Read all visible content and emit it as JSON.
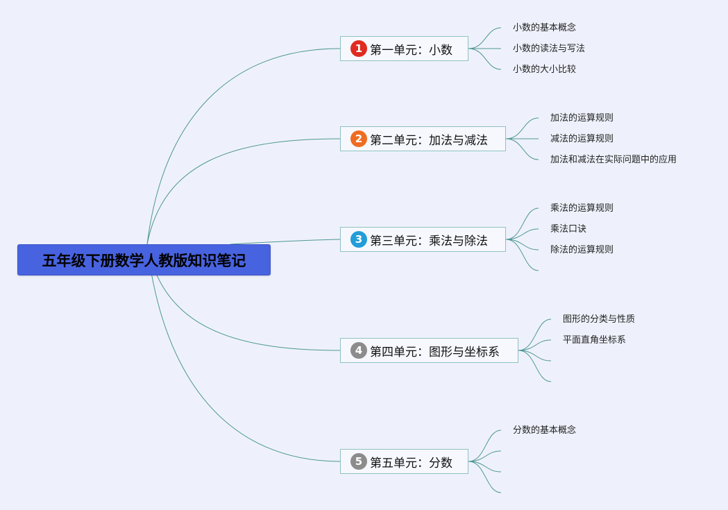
{
  "root": {
    "title": "五年级下册数学人教版知识笔记"
  },
  "units": [
    {
      "number": "1",
      "badge_color": "#e02b20",
      "label": "第一单元：小数",
      "topics": [
        "小数的基本概念",
        "小数的读法与写法",
        "小数的大小比较"
      ],
      "empty_branches": 0
    },
    {
      "number": "2",
      "badge_color": "#ee6c22",
      "label": "第二单元：加法与减法",
      "topics": [
        "加法的运算规则",
        "减法的运算规则",
        "加法和减法在实际问题中的应用"
      ],
      "empty_branches": 0
    },
    {
      "number": "3",
      "badge_color": "#239dd8",
      "label": "第三单元：乘法与除法",
      "topics": [
        "乘法的运算规则",
        "乘法口诀",
        "除法的运算规则"
      ],
      "empty_branches": 1
    },
    {
      "number": "4",
      "badge_color": "#8c8c8c",
      "label": "第四单元：图形与坐标系",
      "topics": [
        "图形的分类与性质",
        "平面直角坐标系"
      ],
      "empty_branches": 2
    },
    {
      "number": "5",
      "badge_color": "#8c8c8c",
      "label": "第五单元：分数",
      "topics": [
        "分数的基本概念"
      ],
      "empty_branches": 3
    }
  ]
}
